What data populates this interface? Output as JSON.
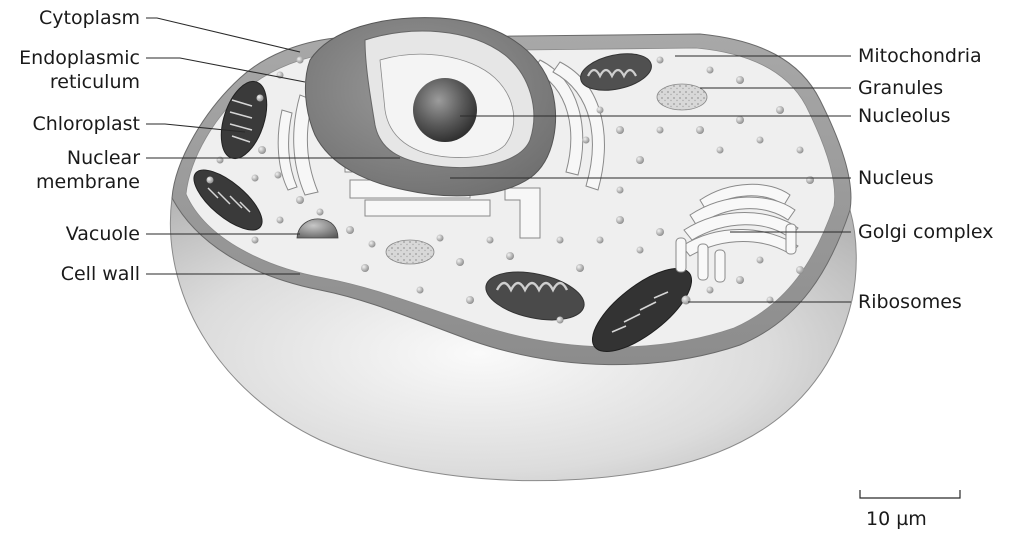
{
  "labels_left": [
    {
      "id": "cytoplasm",
      "text": "Cytoplasm"
    },
    {
      "id": "er-1",
      "text": "Endoplasmic"
    },
    {
      "id": "er-2",
      "text": "reticulum"
    },
    {
      "id": "chloroplast",
      "text": "Chloroplast"
    },
    {
      "id": "nuclear-1",
      "text": "Nuclear"
    },
    {
      "id": "nuclear-2",
      "text": "membrane"
    },
    {
      "id": "vacuole",
      "text": "Vacuole"
    },
    {
      "id": "cell-wall",
      "text": "Cell wall"
    }
  ],
  "labels_right": [
    {
      "id": "mitochondria",
      "text": "Mitochondria"
    },
    {
      "id": "granules",
      "text": "Granules"
    },
    {
      "id": "nucleolus",
      "text": "Nucleolus"
    },
    {
      "id": "nucleus",
      "text": "Nucleus"
    },
    {
      "id": "golgi",
      "text": "Golgi complex"
    },
    {
      "id": "ribosomes",
      "text": "Ribosomes"
    }
  ],
  "scale_bar": {
    "label": "10 µm"
  }
}
